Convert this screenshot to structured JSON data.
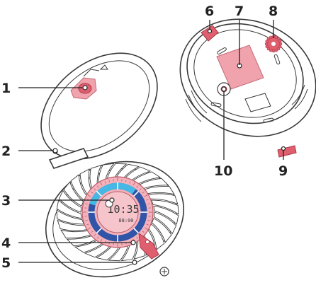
{
  "callouts": [
    {
      "id": "1",
      "label": "1"
    },
    {
      "id": "2",
      "label": "2"
    },
    {
      "id": "3",
      "label": "3"
    },
    {
      "id": "4",
      "label": "4"
    },
    {
      "id": "5",
      "label": "5"
    },
    {
      "id": "6",
      "label": "6"
    },
    {
      "id": "7",
      "label": "7"
    },
    {
      "id": "8",
      "label": "8"
    },
    {
      "id": "9",
      "label": "9"
    },
    {
      "id": "10",
      "label": "10"
    }
  ],
  "display": {
    "time": "10:35",
    "subtext": "88:00"
  },
  "colors": {
    "accent_red": "#e05f6e",
    "accent_pink": "#f0a3ad",
    "ring_blue": "#2f54a8",
    "ring_cyan": "#46b8e6",
    "outline": "#3a3a3a"
  }
}
